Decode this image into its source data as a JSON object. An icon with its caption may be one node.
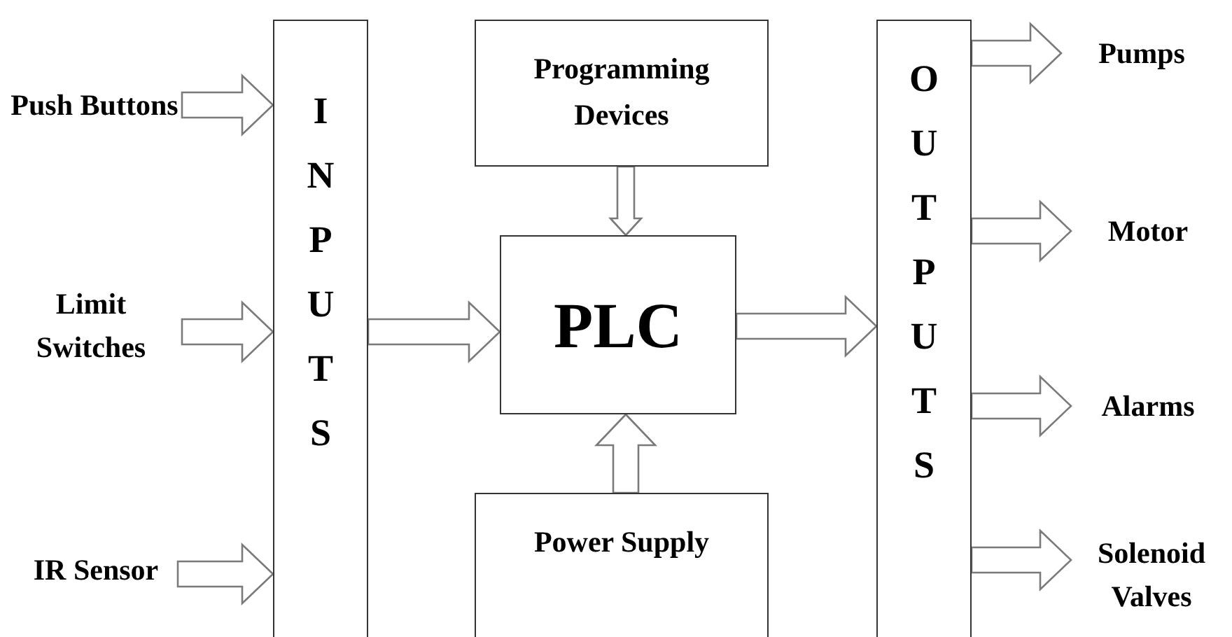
{
  "diagram": {
    "nodes": [
      {
        "text": [
          "Push Buttons"
        ]
      },
      {
        "text": [
          "Limit Switches"
        ]
      },
      {
        "text": [
          "IR Sensor"
        ]
      },
      {
        "text": [
          "INPUTS"
        ]
      },
      {
        "text": [
          "Programming Devices"
        ]
      },
      {
        "text": [
          "PLC"
        ]
      },
      {
        "text": [
          "Power Supply"
        ]
      },
      {
        "text": [
          "OUTPUTS"
        ]
      },
      {
        "text": [
          "Pumps"
        ]
      },
      {
        "text": [
          "Motor"
        ]
      },
      {
        "text": [
          "Alarms"
        ]
      },
      {
        "text": [
          "Solenoid Valves"
        ]
      }
    ],
    "edges": [
      {
        "from": 0,
        "to": 3,
        "arrow": "to"
      },
      {
        "from": 1,
        "to": 3,
        "arrow": "to"
      },
      {
        "from": 2,
        "to": 3,
        "arrow": "to"
      },
      {
        "from": 3,
        "to": 5,
        "arrow": "to"
      },
      {
        "from": 4,
        "to": 5,
        "arrow": "to"
      },
      {
        "from": 6,
        "to": 5,
        "arrow": "to"
      },
      {
        "from": 5,
        "to": 7,
        "arrow": "to"
      },
      {
        "from": 7,
        "to": 8,
        "arrow": "to"
      },
      {
        "from": 7,
        "to": 9,
        "arrow": "to"
      },
      {
        "from": 7,
        "to": 10,
        "arrow": "to"
      },
      {
        "from": 7,
        "to": 11,
        "arrow": "to"
      }
    ]
  }
}
